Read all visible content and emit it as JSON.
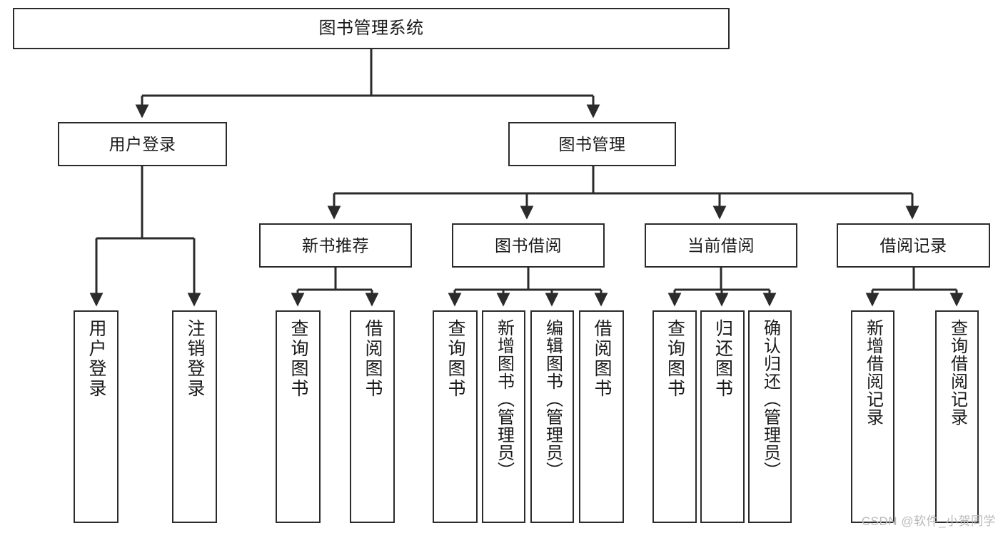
{
  "diagram": {
    "title": "图书管理系统",
    "type": "tree",
    "watermark": "CSDN @软件_小贺同学",
    "colors": {
      "stroke": "#2b2b2b",
      "fill": "#ffffff",
      "text": "#1a1a1a",
      "watermark": "#b9b9b9"
    },
    "nodes": {
      "root": {
        "label": "图书管理系统"
      },
      "level1": [
        {
          "key": "user-login",
          "label": "用户登录"
        },
        {
          "key": "book-manage",
          "label": "图书管理"
        }
      ],
      "level2": [
        {
          "key": "new-book-recommend",
          "label": "新书推荐"
        },
        {
          "key": "book-borrow",
          "label": "图书借阅"
        },
        {
          "key": "current-borrow",
          "label": "当前借阅"
        },
        {
          "key": "borrow-record",
          "label": "借阅记录"
        }
      ],
      "leaves": {
        "user-login": [
          {
            "key": "leaf-user-login",
            "label": "用户登录"
          },
          {
            "key": "leaf-user-logout",
            "label": "注销登录"
          }
        ],
        "new-book-recommend": [
          {
            "key": "leaf-query-book-1",
            "label": "查询图书"
          },
          {
            "key": "leaf-borrow-book-1",
            "label": "借阅图书"
          }
        ],
        "book-borrow": [
          {
            "key": "leaf-query-book-2",
            "label": "查询图书"
          },
          {
            "key": "leaf-add-book",
            "label": "新增图书（管理员）"
          },
          {
            "key": "leaf-edit-book",
            "label": "编辑图书（管理员）"
          },
          {
            "key": "leaf-borrow-book-2",
            "label": "借阅图书"
          }
        ],
        "current-borrow": [
          {
            "key": "leaf-query-book-3",
            "label": "查询图书"
          },
          {
            "key": "leaf-return-book",
            "label": "归还图书"
          },
          {
            "key": "leaf-confirm-return",
            "label": "确认归还（管理员）"
          }
        ],
        "borrow-record": [
          {
            "key": "leaf-add-record",
            "label": "新增借阅记录"
          },
          {
            "key": "leaf-query-record",
            "label": "查询借阅记录"
          }
        ]
      }
    }
  }
}
